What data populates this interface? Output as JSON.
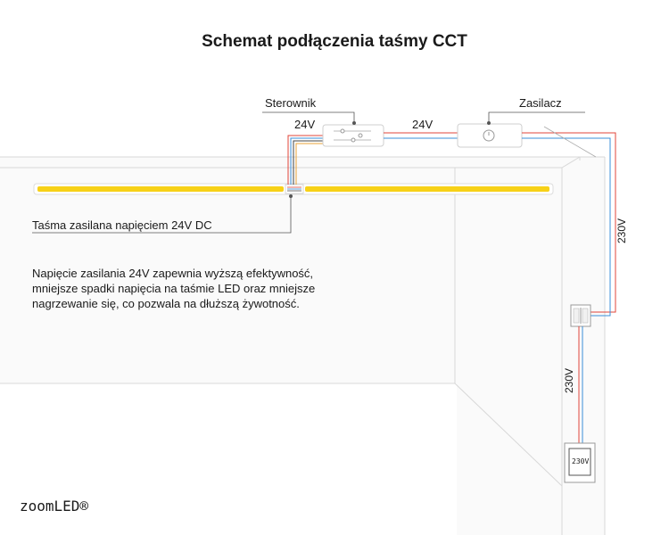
{
  "title": "Schemat podłączenia taśmy CCT",
  "labels": {
    "controller": "Sterownik",
    "power_supply": "Zasilacz",
    "v24_left": "24V",
    "v24_mid": "24V",
    "v230_right": "230V",
    "v230_lower": "230V",
    "v230_box": "230V",
    "strip_caption": "Taśma zasilana napięciem 24V DC"
  },
  "note": {
    "line1": "Napięcie zasilania 24V zapewnia wyższą efektywność,",
    "line2": "mniejsze spadki napięcia na taśmie LED oraz mniejsze",
    "line3": "nagrzewanie się, co pozwala na dłuższą żywotność."
  },
  "brand": "zoomLED®",
  "colors": {
    "led": "#f7d117",
    "wire_red": "#e0443a",
    "wire_blue": "#3a8fd8",
    "wall_line": "#d6d6d6",
    "wall_fill": "#fafafa"
  }
}
